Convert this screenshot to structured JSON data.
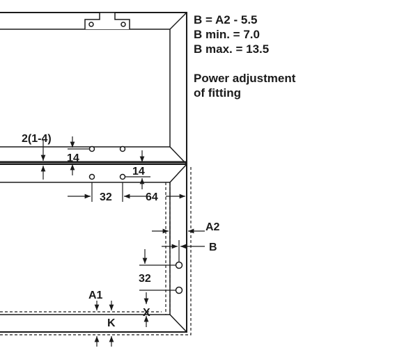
{
  "notes": {
    "formula": "B = A2 - 5.5",
    "b_min": "B min. = 7.0",
    "b_max": "B max. = 13.5",
    "caption_line1": "Power adjustment",
    "caption_line2": "of fitting"
  },
  "dimensions": {
    "gap": "2(1-4)",
    "hole_offset_top": "14",
    "hole_offset_bottom": "14",
    "hole_spacing": "32",
    "hinge_distance": "64",
    "a2": "A2",
    "b": "B",
    "side_hole_spacing": "32",
    "a1": "A1",
    "x": "X",
    "k": "K"
  }
}
